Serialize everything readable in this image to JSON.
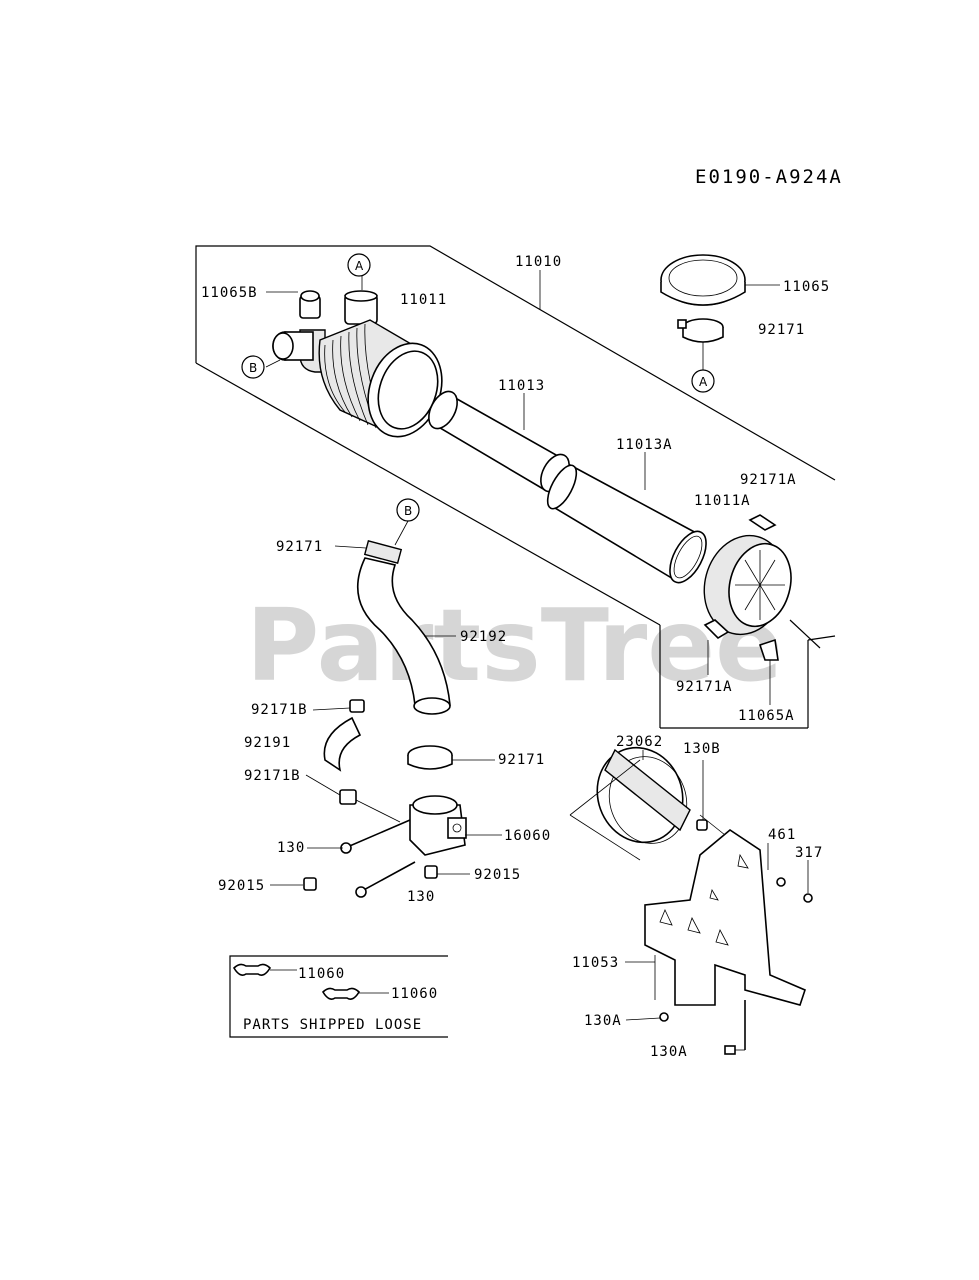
{
  "diagram_code": "E0190-A924A",
  "watermark": "PartsTree",
  "callouts": {
    "a": "A",
    "b": "B"
  },
  "parts": {
    "p11010": "11010",
    "p11065b": "11065B",
    "p11011": "11011",
    "p11065": "11065",
    "p92171_top": "92171",
    "p11013": "11013",
    "p11013a": "11013A",
    "p92171a_top": "92171A",
    "p11011a": "11011A",
    "p92171_b": "92171",
    "p92192": "92192",
    "p92171a_bot": "92171A",
    "p11065a": "11065A",
    "p92171b_top": "92171B",
    "p92191": "92191",
    "p92171_mid": "92171",
    "p92171b_bot": "92171B",
    "p23062": "23062",
    "p130b": "130B",
    "p16060": "16060",
    "p130_left": "130",
    "p461": "461",
    "p317": "317",
    "p92015_left": "92015",
    "p92015_right": "92015",
    "p130_bot": "130",
    "p11053": "11053",
    "p11060_a": "11060",
    "p11060_b": "11060",
    "p130a_left": "130A",
    "p130a_bot": "130A"
  },
  "loose_box_label": "PARTS SHIPPED LOOSE"
}
